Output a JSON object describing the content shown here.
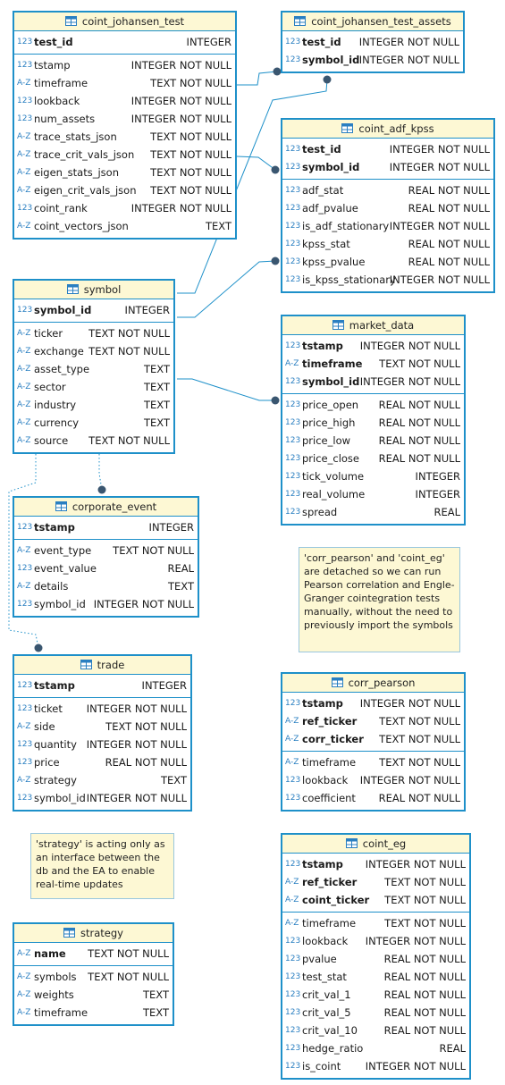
{
  "colors": {
    "border": "#1e90c9",
    "header_fill": "#fdf8d4",
    "link": "#1e90c9",
    "endpoint": "#3a5670"
  },
  "type_icons": {
    "numeric": "123",
    "text": "A-Z"
  },
  "entities": {
    "coint_johansen_test": {
      "title": "coint_johansen_test",
      "keys": [
        {
          "name": "test_id",
          "type": "INTEGER",
          "icon": "123"
        }
      ],
      "fields": [
        {
          "name": "tstamp",
          "type": "INTEGER NOT NULL",
          "icon": "123"
        },
        {
          "name": "timeframe",
          "type": "TEXT NOT NULL",
          "icon": "A-Z"
        },
        {
          "name": "lookback",
          "type": "INTEGER NOT NULL",
          "icon": "123"
        },
        {
          "name": "num_assets",
          "type": "INTEGER NOT NULL",
          "icon": "123"
        },
        {
          "name": "trace_stats_json",
          "type": "TEXT NOT NULL",
          "icon": "A-Z"
        },
        {
          "name": "trace_crit_vals_json",
          "type": "TEXT NOT NULL",
          "icon": "A-Z"
        },
        {
          "name": "eigen_stats_json",
          "type": "TEXT NOT NULL",
          "icon": "A-Z"
        },
        {
          "name": "eigen_crit_vals_json",
          "type": "TEXT NOT NULL",
          "icon": "A-Z"
        },
        {
          "name": "coint_rank",
          "type": "INTEGER NOT NULL",
          "icon": "123"
        },
        {
          "name": "coint_vectors_json",
          "type": "TEXT",
          "icon": "A-Z"
        }
      ]
    },
    "coint_johansen_test_assets": {
      "title": "coint_johansen_test_assets",
      "keys": [
        {
          "name": "test_id",
          "type": "INTEGER NOT NULL",
          "icon": "123"
        },
        {
          "name": "symbol_id",
          "type": "INTEGER NOT NULL",
          "icon": "123"
        }
      ],
      "fields": []
    },
    "coint_adf_kpss": {
      "title": "coint_adf_kpss",
      "keys": [
        {
          "name": "test_id",
          "type": "INTEGER NOT NULL",
          "icon": "123"
        },
        {
          "name": "symbol_id",
          "type": "INTEGER NOT NULL",
          "icon": "123"
        }
      ],
      "fields": [
        {
          "name": "adf_stat",
          "type": "REAL NOT NULL",
          "icon": "123"
        },
        {
          "name": "adf_pvalue",
          "type": "REAL NOT NULL",
          "icon": "123"
        },
        {
          "name": "is_adf_stationary",
          "type": "INTEGER NOT NULL",
          "icon": "123"
        },
        {
          "name": "kpss_stat",
          "type": "REAL NOT NULL",
          "icon": "123"
        },
        {
          "name": "kpss_pvalue",
          "type": "REAL NOT NULL",
          "icon": "123"
        },
        {
          "name": "is_kpss_stationary",
          "type": "INTEGER NOT NULL",
          "icon": "123"
        }
      ]
    },
    "symbol": {
      "title": "symbol",
      "keys": [
        {
          "name": "symbol_id",
          "type": "INTEGER",
          "icon": "123"
        }
      ],
      "fields": [
        {
          "name": "ticker",
          "type": "TEXT NOT NULL",
          "icon": "A-Z"
        },
        {
          "name": "exchange",
          "type": "TEXT NOT NULL",
          "icon": "A-Z"
        },
        {
          "name": "asset_type",
          "type": "TEXT",
          "icon": "A-Z"
        },
        {
          "name": "sector",
          "type": "TEXT",
          "icon": "A-Z"
        },
        {
          "name": "industry",
          "type": "TEXT",
          "icon": "A-Z"
        },
        {
          "name": "currency",
          "type": "TEXT",
          "icon": "A-Z"
        },
        {
          "name": "source",
          "type": "TEXT NOT NULL",
          "icon": "A-Z"
        }
      ]
    },
    "market_data": {
      "title": "market_data",
      "keys": [
        {
          "name": "tstamp",
          "type": "INTEGER NOT NULL",
          "icon": "123"
        },
        {
          "name": "timeframe",
          "type": "TEXT NOT NULL",
          "icon": "A-Z"
        },
        {
          "name": "symbol_id",
          "type": "INTEGER NOT NULL",
          "icon": "123"
        }
      ],
      "fields": [
        {
          "name": "price_open",
          "type": "REAL NOT NULL",
          "icon": "123"
        },
        {
          "name": "price_high",
          "type": "REAL NOT NULL",
          "icon": "123"
        },
        {
          "name": "price_low",
          "type": "REAL NOT NULL",
          "icon": "123"
        },
        {
          "name": "price_close",
          "type": "REAL NOT NULL",
          "icon": "123"
        },
        {
          "name": "tick_volume",
          "type": "INTEGER",
          "icon": "123"
        },
        {
          "name": "real_volume",
          "type": "INTEGER",
          "icon": "123"
        },
        {
          "name": "spread",
          "type": "REAL",
          "icon": "123"
        }
      ]
    },
    "corporate_event": {
      "title": "corporate_event",
      "keys": [
        {
          "name": "tstamp",
          "type": "INTEGER",
          "icon": "123"
        }
      ],
      "fields": [
        {
          "name": "event_type",
          "type": "TEXT NOT NULL",
          "icon": "A-Z"
        },
        {
          "name": "event_value",
          "type": "REAL",
          "icon": "123"
        },
        {
          "name": "details",
          "type": "TEXT",
          "icon": "A-Z"
        },
        {
          "name": "symbol_id",
          "type": "INTEGER NOT NULL",
          "icon": "123"
        }
      ]
    },
    "trade": {
      "title": "trade",
      "keys": [
        {
          "name": "tstamp",
          "type": "INTEGER",
          "icon": "123"
        }
      ],
      "fields": [
        {
          "name": "ticket",
          "type": "INTEGER NOT NULL",
          "icon": "123"
        },
        {
          "name": "side",
          "type": "TEXT NOT NULL",
          "icon": "A-Z"
        },
        {
          "name": "quantity",
          "type": "INTEGER NOT NULL",
          "icon": "123"
        },
        {
          "name": "price",
          "type": "REAL NOT NULL",
          "icon": "123"
        },
        {
          "name": "strategy",
          "type": "TEXT",
          "icon": "A-Z"
        },
        {
          "name": "symbol_id",
          "type": "INTEGER NOT NULL",
          "icon": "123"
        }
      ]
    },
    "corr_pearson": {
      "title": "corr_pearson",
      "keys": [
        {
          "name": "tstamp",
          "type": "INTEGER NOT NULL",
          "icon": "123"
        },
        {
          "name": "ref_ticker",
          "type": "TEXT NOT NULL",
          "icon": "A-Z"
        },
        {
          "name": "corr_ticker",
          "type": "TEXT NOT NULL",
          "icon": "A-Z"
        }
      ],
      "fields": [
        {
          "name": "timeframe",
          "type": "TEXT NOT NULL",
          "icon": "A-Z"
        },
        {
          "name": "lookback",
          "type": "INTEGER NOT NULL",
          "icon": "123"
        },
        {
          "name": "coefficient",
          "type": "REAL NOT NULL",
          "icon": "123"
        }
      ]
    },
    "coint_eg": {
      "title": "coint_eg",
      "keys": [
        {
          "name": "tstamp",
          "type": "INTEGER NOT NULL",
          "icon": "123"
        },
        {
          "name": "ref_ticker",
          "type": "TEXT NOT NULL",
          "icon": "A-Z"
        },
        {
          "name": "coint_ticker",
          "type": "TEXT NOT NULL",
          "icon": "A-Z"
        }
      ],
      "fields": [
        {
          "name": "timeframe",
          "type": "TEXT NOT NULL",
          "icon": "A-Z"
        },
        {
          "name": "lookback",
          "type": "INTEGER NOT NULL",
          "icon": "123"
        },
        {
          "name": "pvalue",
          "type": "REAL NOT NULL",
          "icon": "123"
        },
        {
          "name": "test_stat",
          "type": "REAL NOT NULL",
          "icon": "123"
        },
        {
          "name": "crit_val_1",
          "type": "REAL NOT NULL",
          "icon": "123"
        },
        {
          "name": "crit_val_5",
          "type": "REAL NOT NULL",
          "icon": "123"
        },
        {
          "name": "crit_val_10",
          "type": "REAL NOT NULL",
          "icon": "123"
        },
        {
          "name": "hedge_ratio",
          "type": "REAL",
          "icon": "123"
        },
        {
          "name": "is_coint",
          "type": "INTEGER NOT NULL",
          "icon": "123"
        }
      ]
    },
    "strategy": {
      "title": "strategy",
      "keys": [
        {
          "name": "name",
          "type": "TEXT NOT NULL",
          "icon": "A-Z"
        }
      ],
      "fields": [
        {
          "name": "symbols",
          "type": "TEXT NOT NULL",
          "icon": "A-Z"
        },
        {
          "name": "weights",
          "type": "TEXT",
          "icon": "A-Z"
        },
        {
          "name": "timeframe",
          "type": "TEXT",
          "icon": "A-Z"
        }
      ]
    }
  },
  "notes": {
    "corr_note": "'corr_pearson' and 'coint_eg' are detached so we can run Pearson correlation and Engle-Granger cointegration tests manually, without the need to previously import the symbols",
    "strategy_note": "'strategy' is acting only as an interface between the db and the EA to enable real-time updates"
  }
}
